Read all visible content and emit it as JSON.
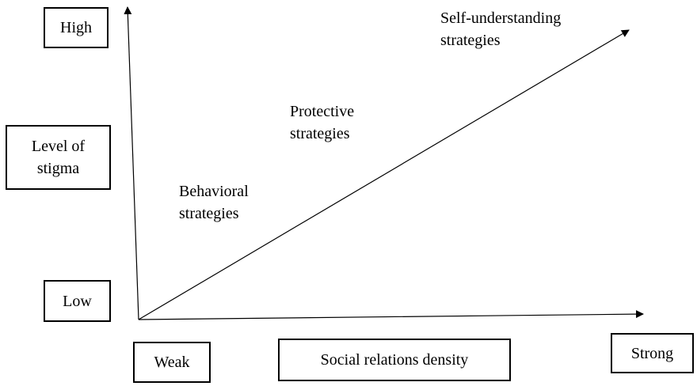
{
  "y_axis": {
    "top_label": "High",
    "title_lines": [
      "Level of",
      "stigma"
    ],
    "bottom_label": "Low"
  },
  "x_axis": {
    "left_label": "Weak",
    "title": "Social relations density",
    "right_label": "Strong"
  },
  "strategies": [
    {
      "lines": [
        "Behavioral",
        "strategies"
      ]
    },
    {
      "lines": [
        "Protective",
        "strategies"
      ]
    },
    {
      "lines": [
        "Self-understanding",
        "strategies"
      ]
    }
  ]
}
